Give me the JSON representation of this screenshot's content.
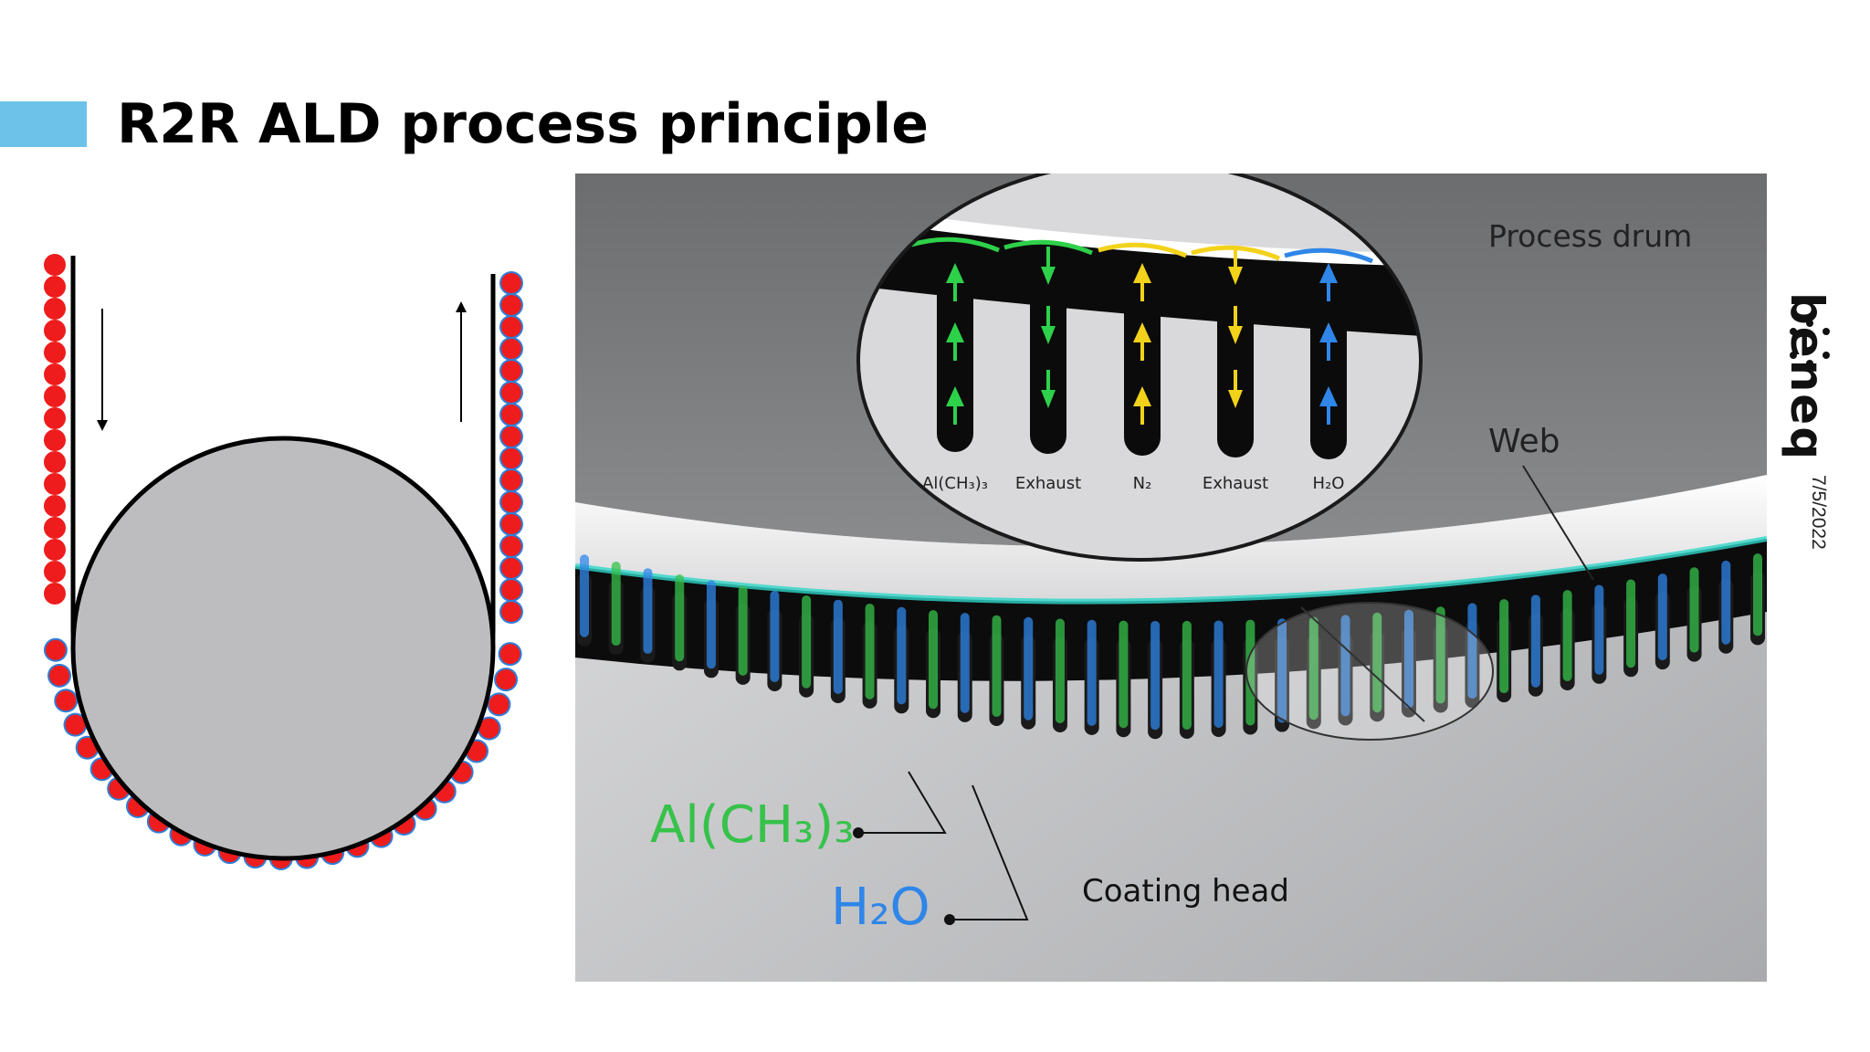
{
  "slide": {
    "title": "R2R ALD process principle",
    "date": "7/5/2022",
    "logo_text": "beneq"
  },
  "photo": {
    "label_process_drum": "Process drum",
    "label_web": "Web",
    "label_coating_head": "Coating head",
    "label_tma": "Al(CH₃)₃",
    "label_water": "H₂O",
    "inset": {
      "channels": [
        {
          "label": "Al(CH₃)₃",
          "color": "#2ed14a",
          "flow": "up"
        },
        {
          "label": "Exhaust",
          "color": "#2ed14a",
          "flow": "down"
        },
        {
          "label": "N₂",
          "color": "#f2d21a",
          "flow": "up"
        },
        {
          "label": "Exhaust",
          "color": "#f2d21a",
          "flow": "down"
        },
        {
          "label": "H₂O",
          "color": "#2f86e8",
          "flow": "up"
        }
      ]
    }
  },
  "colors": {
    "accent": "#6cc2e8",
    "precursor_red": "#ee1c1c",
    "water_blue": "#2e7fd8",
    "drum_gray": "#bdbdbf",
    "tma_green": "#2ed14a"
  }
}
